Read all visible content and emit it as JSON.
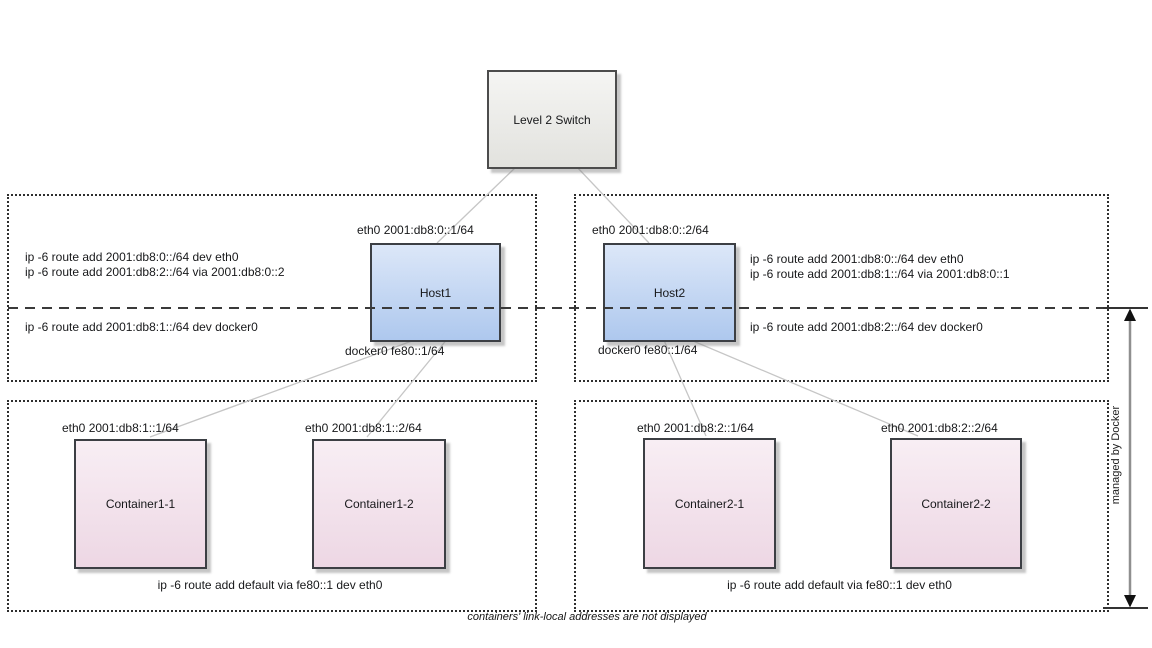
{
  "colors": {
    "host_fill_top": "#dce7f8",
    "host_fill_bottom": "#aec8ee",
    "container_fill_top": "#f8eef4",
    "container_fill_bottom": "#edd7e4",
    "switch_fill_top": "#f5f5f3",
    "switch_fill_bottom": "#e2e2de",
    "box_border": "#3c3f44",
    "link_line": "#c6c6c6",
    "separator_line": "#3a3a3a"
  },
  "switch": {
    "label": "Level 2 Switch"
  },
  "hosts": [
    {
      "name": "Host1",
      "eth0_label": "eth0 2001:db8:0::1/64",
      "docker0_label": "docker0 fe80::1/64",
      "routes_upper": [
        "ip -6 route add 2001:db8:0::/64 dev eth0",
        "ip -6 route add 2001:db8:2::/64 via 2001:db8:0::2"
      ],
      "routes_lower": [
        "ip -6 route add 2001:db8:1::/64 dev docker0"
      ]
    },
    {
      "name": "Host2",
      "eth0_label": "eth0 2001:db8:0::2/64",
      "docker0_label": "docker0 fe80::1/64",
      "routes_upper": [
        "ip -6 route add 2001:db8:0::/64 dev eth0",
        "ip -6 route add 2001:db8:1::/64 via 2001:db8:0::1"
      ],
      "routes_lower": [
        "ip -6 route add 2001:db8:2::/64 dev docker0"
      ]
    }
  ],
  "container_groups": [
    {
      "containers": [
        {
          "name": "Container1-1",
          "eth0_label": "eth0 2001:db8:1::1/64"
        },
        {
          "name": "Container1-2",
          "eth0_label": "eth0 2001:db8:1::2/64"
        }
      ],
      "default_route": "ip -6 route add default via fe80::1 dev eth0"
    },
    {
      "containers": [
        {
          "name": "Container2-1",
          "eth0_label": "eth0 2001:db8:2::1/64"
        },
        {
          "name": "Container2-2",
          "eth0_label": "eth0 2001:db8:2::2/64"
        }
      ],
      "default_route": "ip -6 route add default via fe80::1 dev eth0"
    }
  ],
  "side_label": "managed by Docker",
  "footnote": "containers' link-local addresses are not displayed"
}
